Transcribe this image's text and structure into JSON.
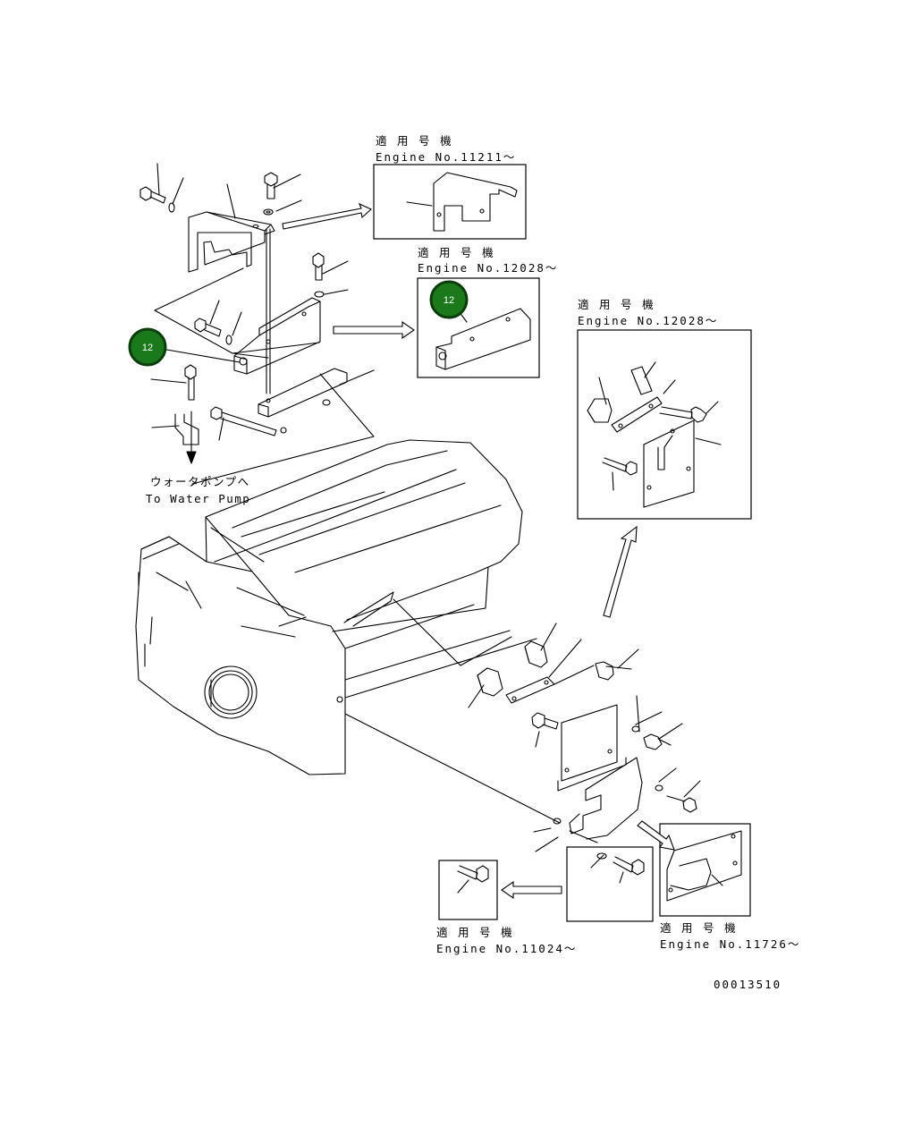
{
  "diagram": {
    "colors": {
      "line": "#000000",
      "background": "#ffffff",
      "callout_fill": "#1a7a1a",
      "callout_ring": "#0b3d0b",
      "callout_text": "#ffffff"
    },
    "callouts": [
      {
        "label": "12"
      },
      {
        "label": "12"
      }
    ],
    "insets": [
      {
        "line1": "適 用 号 機",
        "line2": "Engine No.11211～"
      },
      {
        "line1": "適 用 号 機",
        "line2": "Engine No.12028～"
      },
      {
        "line1": "適 用 号 機",
        "line2": "Engine No.12028～"
      },
      {
        "line1": "適 用 号 機",
        "line2": "Engine No.11024～"
      },
      {
        "line1": "適 用 号 機",
        "line2": "Engine No.11726～"
      }
    ],
    "water_pump_jp": "ウォータポンプへ",
    "water_pump_en": "To Water Pump",
    "drawing_number": "00013510"
  }
}
